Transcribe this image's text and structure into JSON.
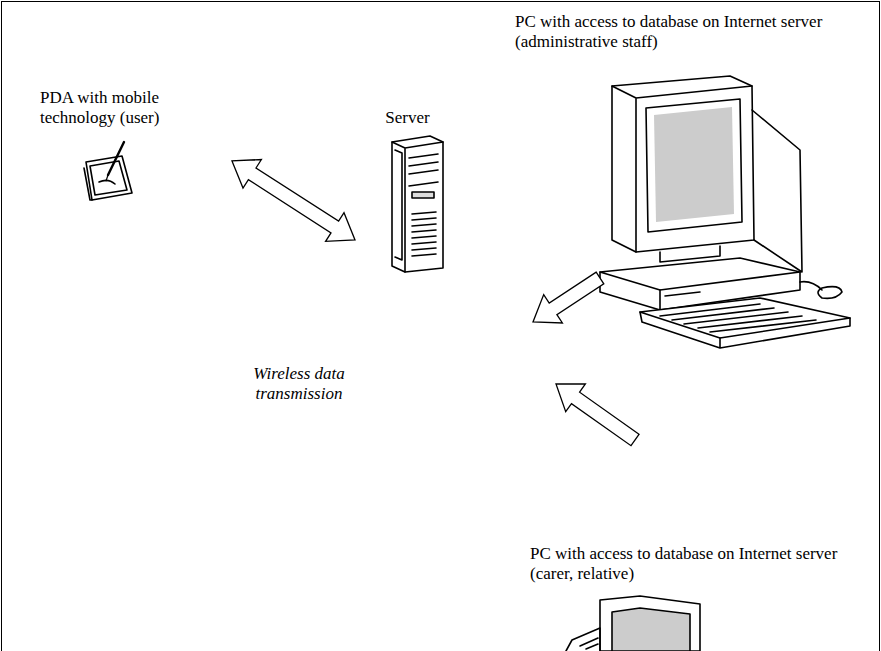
{
  "diagram": {
    "nodes": [
      {
        "text": [
          "PDA with mobile technology (user)"
        ]
      },
      {
        "text": [
          "Server"
        ]
      },
      {
        "text": [
          "PC with access to database on Internet server (administrative staff)"
        ]
      },
      {
        "text": [
          "PC with access to database on Internet server (carer, relative)"
        ]
      }
    ],
    "edges": [
      {
        "from": 0,
        "to": 1,
        "arrow": "both",
        "label": "Wireless data transmission"
      },
      {
        "from": 2,
        "to": 1,
        "arrow": "to"
      },
      {
        "from": 3,
        "to": 1,
        "arrow": "to"
      }
    ]
  }
}
